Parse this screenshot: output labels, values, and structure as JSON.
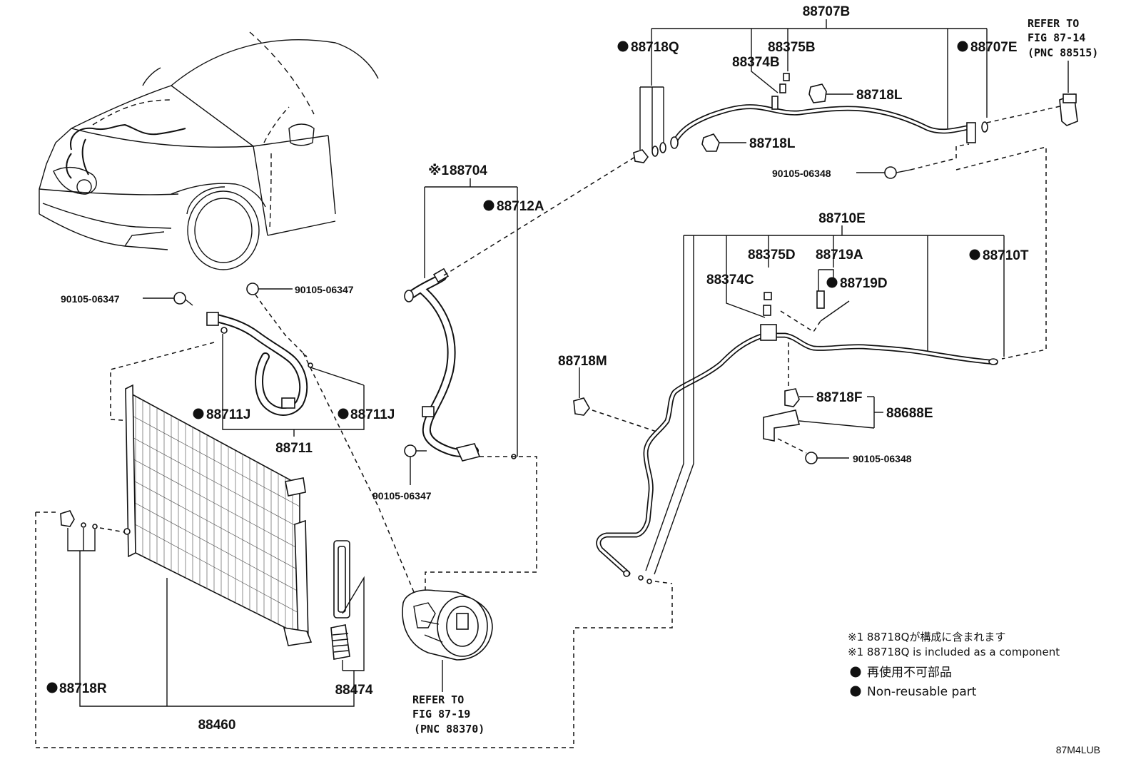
{
  "diagram": {
    "labels": {
      "p88707B": "88707B",
      "p88718Q": "88718Q",
      "p88375B": "88375B",
      "p88374B": "88374B",
      "p88707E": "88707E",
      "p88718L_a": "88718L",
      "p88718L_b": "88718L",
      "p90105_06348_top": "90105-06348",
      "p88704": "88704",
      "p88704_prefix": "※1",
      "p88712A": "88712A",
      "p88710E": "88710E",
      "p88375D": "88375D",
      "p88719A": "88719A",
      "p88374C": "88374C",
      "p88719D": "88719D",
      "p88710T": "88710T",
      "p88718M": "88718M",
      "p88718F": "88718F",
      "p88688E": "88688E",
      "p90105_06348_mid": "90105-06348",
      "p90105_06347_left": "90105-06347",
      "p90105_06347_right": "90105-06347",
      "p88711J_a": "88711J",
      "p88711J_b": "88711J",
      "p88711": "88711",
      "p90105_06347_low": "90105-06347",
      "p88718R": "88718R",
      "p88460": "88460",
      "p88474": "88474"
    },
    "refers": {
      "top": [
        "REFER TO",
        "FIG 87-14",
        "(PNC 88515)"
      ],
      "bottom": [
        "REFER TO",
        "FIG 87-19",
        "(PNC 88370)"
      ]
    },
    "notes": {
      "jp_component": "※1 88718Qが構成に含まれます",
      "en_component": "※1 88718Q is included as a component",
      "jp_nonreusable": "再使用不可部品",
      "en_nonreusable": "Non-reusable part"
    },
    "figure_code": "87M4LUB"
  }
}
